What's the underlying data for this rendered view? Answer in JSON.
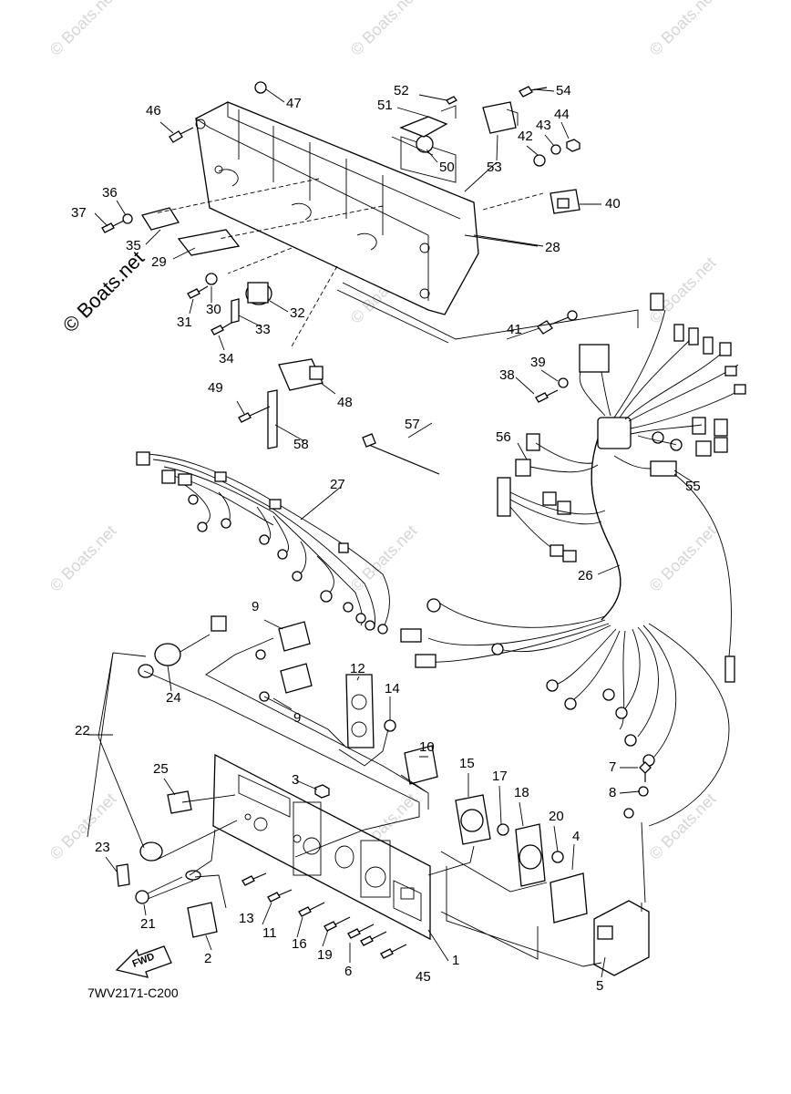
{
  "diagram_code": "7WV2171-C200",
  "watermark": "© Boats.net",
  "fwd_arrow_label": "FWD",
  "parts": [
    {
      "id": "p1",
      "label": "1"
    },
    {
      "id": "p2",
      "label": "2"
    },
    {
      "id": "p3",
      "label": "3"
    },
    {
      "id": "p4",
      "label": "4"
    },
    {
      "id": "p5",
      "label": "5"
    },
    {
      "id": "p6",
      "label": "6"
    },
    {
      "id": "p7",
      "label": "7"
    },
    {
      "id": "p8",
      "label": "8"
    },
    {
      "id": "p9a",
      "label": "9"
    },
    {
      "id": "p9b",
      "label": "9"
    },
    {
      "id": "p10",
      "label": "10"
    },
    {
      "id": "p11",
      "label": "11"
    },
    {
      "id": "p12",
      "label": "12"
    },
    {
      "id": "p13",
      "label": "13"
    },
    {
      "id": "p14",
      "label": "14"
    },
    {
      "id": "p15",
      "label": "15"
    },
    {
      "id": "p16",
      "label": "16"
    },
    {
      "id": "p17",
      "label": "17"
    },
    {
      "id": "p18",
      "label": "18"
    },
    {
      "id": "p19",
      "label": "19"
    },
    {
      "id": "p20",
      "label": "20"
    },
    {
      "id": "p21",
      "label": "21"
    },
    {
      "id": "p22",
      "label": "22"
    },
    {
      "id": "p23",
      "label": "23"
    },
    {
      "id": "p24",
      "label": "24"
    },
    {
      "id": "p25",
      "label": "25"
    },
    {
      "id": "p26",
      "label": "26"
    },
    {
      "id": "p27",
      "label": "27"
    },
    {
      "id": "p28",
      "label": "28"
    },
    {
      "id": "p29",
      "label": "29"
    },
    {
      "id": "p30",
      "label": "30"
    },
    {
      "id": "p31",
      "label": "31"
    },
    {
      "id": "p32",
      "label": "32"
    },
    {
      "id": "p33",
      "label": "33"
    },
    {
      "id": "p34",
      "label": "34"
    },
    {
      "id": "p35",
      "label": "35"
    },
    {
      "id": "p36",
      "label": "36"
    },
    {
      "id": "p37",
      "label": "37"
    },
    {
      "id": "p38",
      "label": "38"
    },
    {
      "id": "p39",
      "label": "39"
    },
    {
      "id": "p40",
      "label": "40"
    },
    {
      "id": "p41",
      "label": "41"
    },
    {
      "id": "p42",
      "label": "42"
    },
    {
      "id": "p43",
      "label": "43"
    },
    {
      "id": "p44",
      "label": "44"
    },
    {
      "id": "p45",
      "label": "45"
    },
    {
      "id": "p46",
      "label": "46"
    },
    {
      "id": "p47",
      "label": "47"
    },
    {
      "id": "p48",
      "label": "48"
    },
    {
      "id": "p49",
      "label": "49"
    },
    {
      "id": "p50",
      "label": "50"
    },
    {
      "id": "p51",
      "label": "51"
    },
    {
      "id": "p52",
      "label": "52"
    },
    {
      "id": "p53",
      "label": "53"
    },
    {
      "id": "p54",
      "label": "54"
    },
    {
      "id": "p55",
      "label": "55"
    },
    {
      "id": "p56",
      "label": "56"
    },
    {
      "id": "p57",
      "label": "57"
    },
    {
      "id": "p58",
      "label": "58"
    }
  ]
}
